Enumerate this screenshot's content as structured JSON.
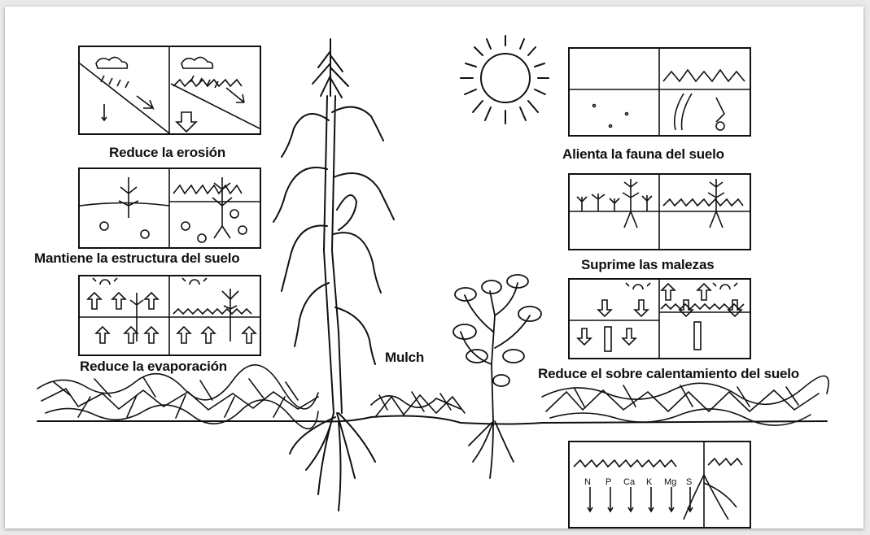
{
  "labels": {
    "erosion": "Reduce la erosión",
    "structure": "Mantiene la estructura del suelo",
    "evaporation": "Reduce la evaporación",
    "fauna": "Alienta la fauna del suelo",
    "weeds": "Suprime las malezas",
    "heat": "Reduce el sobre calentamiento del suelo",
    "mulch": "Mulch"
  },
  "nutrients": [
    "N",
    "P",
    "Ca",
    "K",
    "Mg",
    "S"
  ],
  "colors": {
    "ink": "#111111",
    "background": "#ffffff",
    "frame_shadow": "#e9e9e9"
  }
}
